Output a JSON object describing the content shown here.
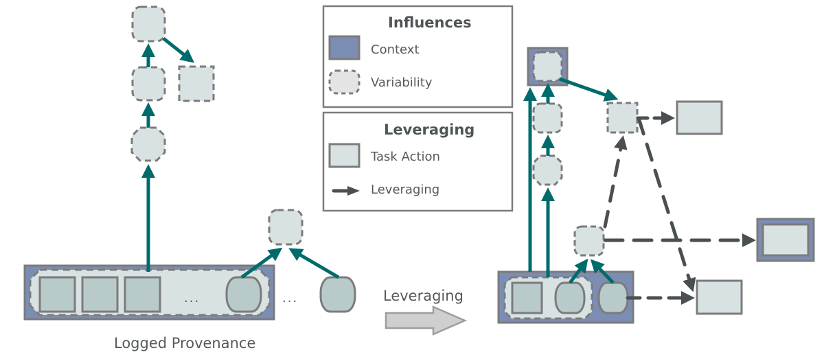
{
  "colors": {
    "context_fill": "#7c8db3",
    "context_stroke": "#7b7b7b",
    "node_fill": "#d9e2e2",
    "action_fill": "#b8cbca",
    "node_stroke": "#7b7b7b",
    "provenance_arrow": "#006b6b",
    "leverage_arrow": "#4a4f51",
    "big_arrow_fill": "#cfcfcf",
    "big_arrow_stroke": "#9e9e9e"
  },
  "legend": {
    "influences": {
      "title": "Influences",
      "items": [
        {
          "label": "Context",
          "icon": "context-swatch-icon"
        },
        {
          "label": "Variability",
          "icon": "variability-swatch-icon"
        }
      ]
    },
    "leveraging": {
      "title": "Leveraging",
      "items": [
        {
          "label": "Task Action",
          "icon": "task-action-swatch-icon"
        },
        {
          "label": "Leveraging",
          "icon": "leveraging-arrow-icon"
        }
      ]
    }
  },
  "left_panel": {
    "caption": "Logged Provenance",
    "ellipsis_inside": "...",
    "ellipsis_outside": "..."
  },
  "transition": {
    "label": "Leveraging"
  }
}
